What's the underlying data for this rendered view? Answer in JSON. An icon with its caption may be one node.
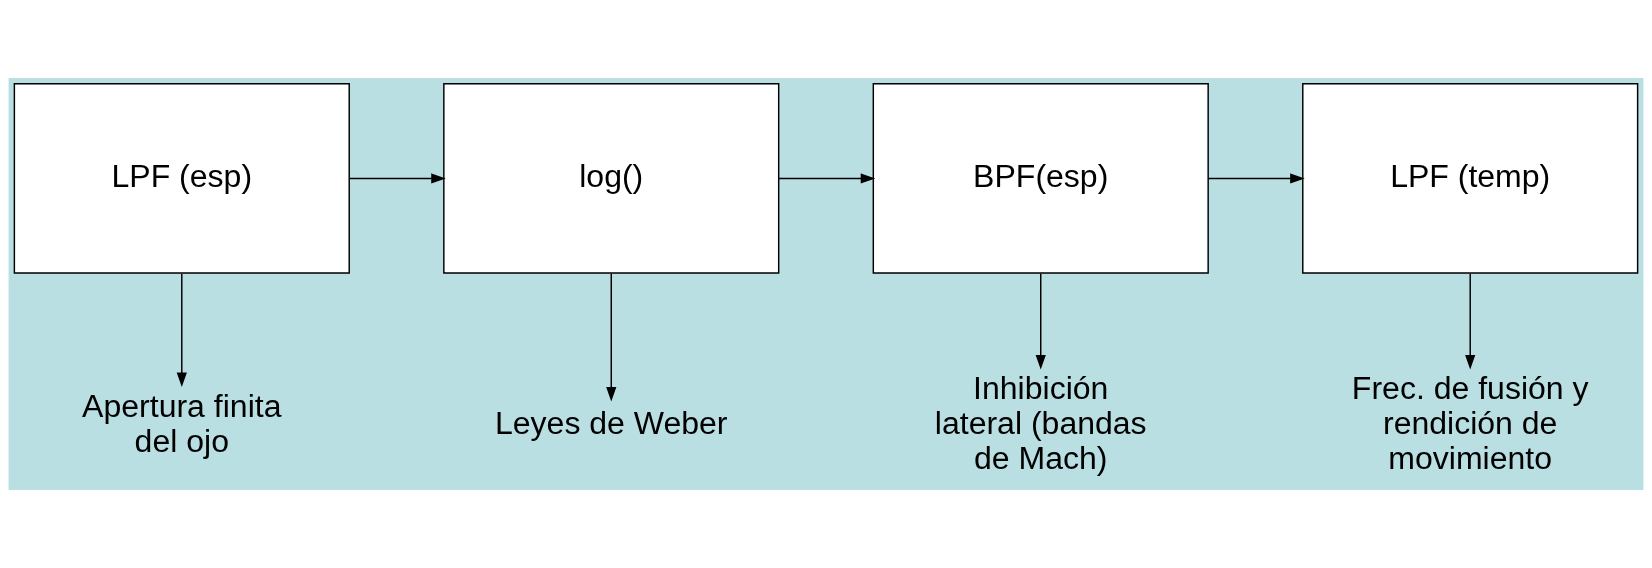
{
  "diagram": {
    "nodes": [
      {
        "text": [
          "LPF (esp)"
        ]
      },
      {
        "text": [
          "log()"
        ]
      },
      {
        "text": [
          "BPF(esp)"
        ]
      },
      {
        "text": [
          "LPF (temp)"
        ]
      },
      {
        "text": [
          "Apertura finita del ojo"
        ]
      },
      {
        "text": [
          "Leyes de Weber"
        ]
      },
      {
        "text": [
          "Inhibición lateral (bandas de Mach)"
        ]
      },
      {
        "text": [
          "Frec. de fusión y rendición de movimiento"
        ]
      }
    ],
    "edges": [
      {
        "from": 0,
        "to": 1,
        "arrow": "to"
      },
      {
        "from": 1,
        "to": 2,
        "arrow": "to"
      },
      {
        "from": 2,
        "to": 3,
        "arrow": "to"
      },
      {
        "from": 0,
        "to": 4,
        "arrow": "to"
      },
      {
        "from": 1,
        "to": 5,
        "arrow": "to"
      },
      {
        "from": 2,
        "to": 6,
        "arrow": "to"
      },
      {
        "from": 3,
        "to": 7,
        "arrow": "to"
      }
    ]
  }
}
